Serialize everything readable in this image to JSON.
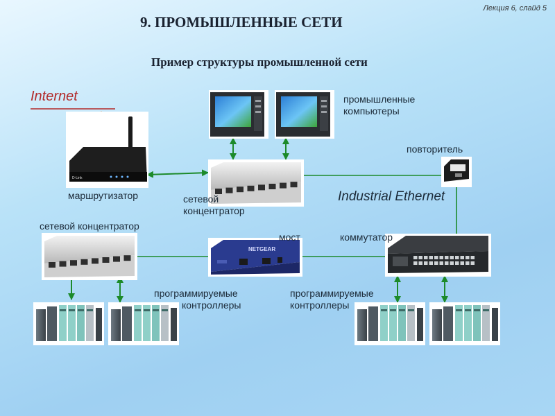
{
  "slide": {
    "title": "9. ПРОМЫШЛЕННЫЕ СЕТИ",
    "subtitle": "Пример структуры промышленной сети",
    "lecture_ref": "Лекция 6, слайд 5"
  },
  "labels": {
    "internet": "Internet",
    "industrial_ethernet": "Industrial Ethernet",
    "router": "маршрутизатор",
    "hub_center_line1": "сетевой",
    "hub_center_line2": "концентратор",
    "hub_left": "сетевой концентратор",
    "industrial_pcs_line1": "промышленные",
    "industrial_pcs_line2": "компьютеры",
    "repeater": "повторитель",
    "bridge": "мост",
    "switch": "коммутатор",
    "plc_left_line1": "программируемые",
    "plc_left_line2": "контроллеры",
    "plc_right_line1": "программируемые",
    "plc_right_line2": "контроллеры"
  },
  "devices": {
    "router_brand": "D-Link",
    "bridge_brand": "NETGEAR"
  },
  "colors": {
    "link_line": "#1c8a2a",
    "arrow_orange": "#f07a1a",
    "internet_red": "#b22a2a"
  }
}
